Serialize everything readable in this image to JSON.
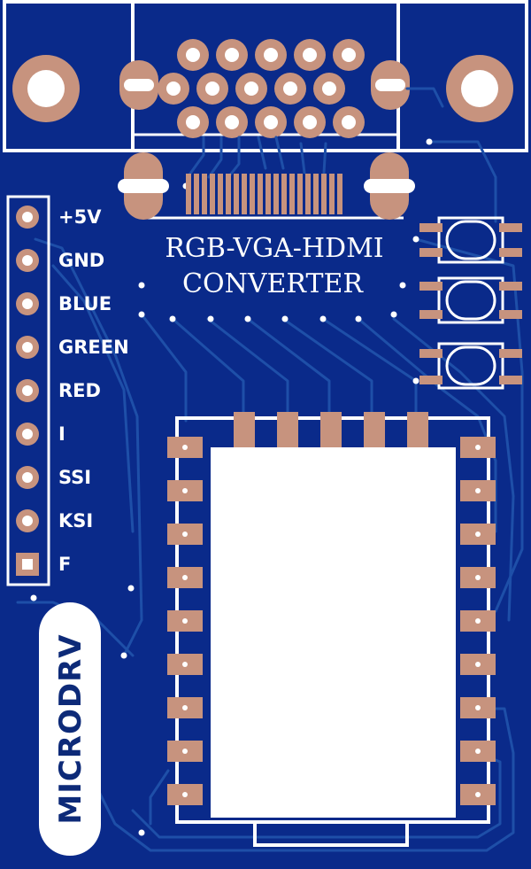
{
  "board": {
    "title_line1": "RGB-VGA-HDMI",
    "title_line2": "CONVERTER",
    "brand": "MICRODRV",
    "header_pins": [
      "+5V",
      "GND",
      "BLUE",
      "GREEN",
      "RED",
      "I",
      "SSI",
      "KSI",
      "F"
    ],
    "buttons": 3
  },
  "colors": {
    "substrate": "#0a2a8a",
    "trace": "#1e4fa8",
    "copper": "#c7937e",
    "silkscreen": "#ffffff"
  }
}
